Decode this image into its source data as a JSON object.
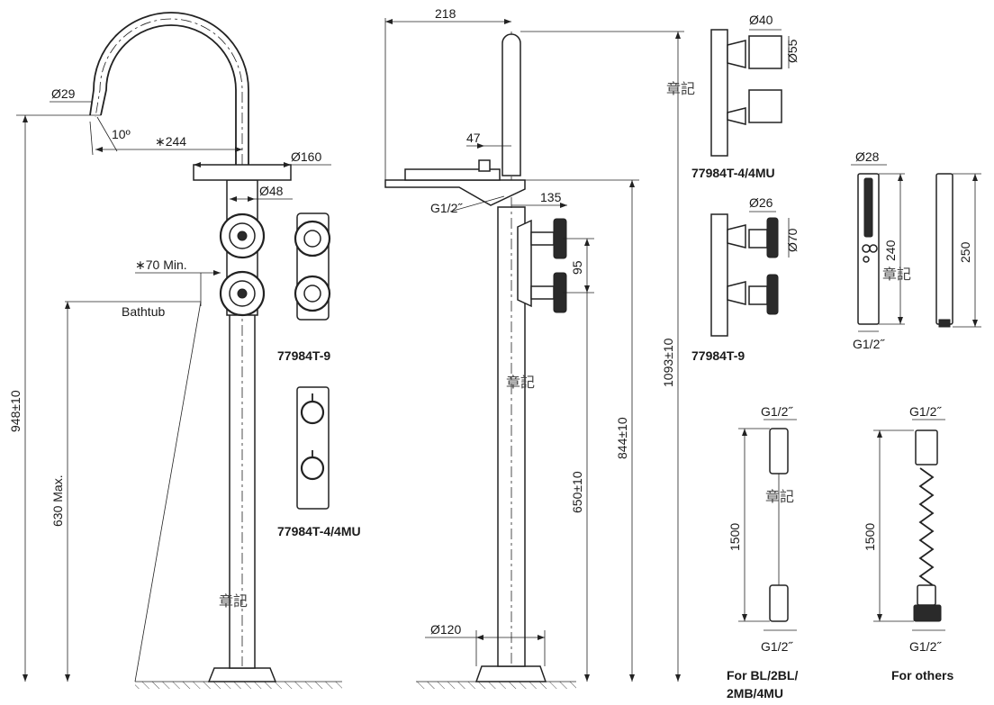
{
  "dimensions": {
    "spout_dia": "Ø29",
    "spout_angle": "10º",
    "reach": "∗244",
    "base_plate_dia": "Ø160",
    "body_dia": "Ø48",
    "min_clearance": "∗70 Min.",
    "rim_label": "Bathtub",
    "overall_height": "948±10",
    "max_rim_height": "630 Max.",
    "side_width": "218",
    "side_offset": "47",
    "inlet": "G1/2˝",
    "handle_depth": "135",
    "handle_spacing": "95",
    "side_total_height": "1093±10",
    "spout_height": "844±10",
    "handle_height": "650±10",
    "foot_dia": "Ø120",
    "hs_dia_a": "Ø40",
    "hs_dia_b": "Ø55",
    "hs_dia_c": "Ø26",
    "hs_dia_d": "Ø70",
    "shower_dia": "Ø28",
    "shower_front_len": "240",
    "shower_side_len": "250",
    "shower_conn": "G1/2˝",
    "hose_top": "G1/2˝",
    "hose_len": "1500",
    "hose_bottom": "G1/2˝"
  },
  "models": {
    "m9_front": "77984T-9",
    "m4_front": "77984T-4/4MU",
    "m4_side": "77984T-4/4MU",
    "m9_side": "77984T-9"
  },
  "hoses": {
    "hose_a_caption_1": "For BL/2BL/",
    "hose_a_caption_2": "2MB/4MU",
    "hose_b_caption": "For others"
  },
  "watermark": "章記"
}
